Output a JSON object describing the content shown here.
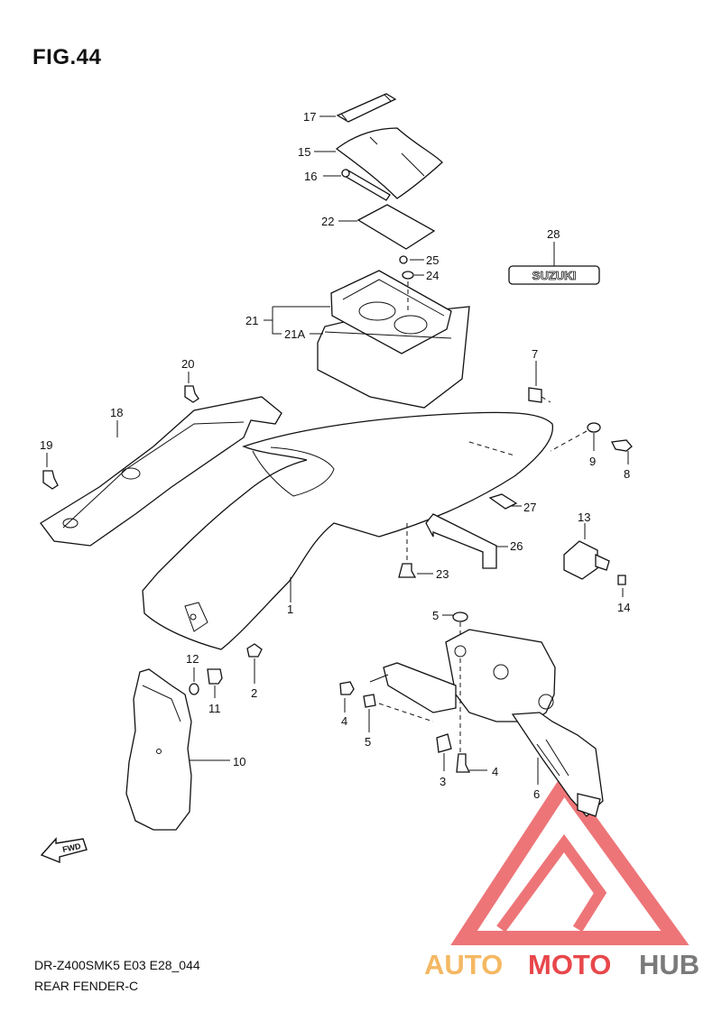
{
  "figure": {
    "title": "FIG.44",
    "model_code": "DR-Z400SMK5 E03 E28_044",
    "assembly_name": "REAR FENDER-C",
    "fwd_label": "FWD",
    "emblem_text": "SUZUKI"
  },
  "watermark": {
    "text_part1": "AUTO",
    "text_part2": "MOTO",
    "text_part3": "HUB",
    "color_orange": "#f5b862",
    "color_red": "#e8474b",
    "color_gray": "#7a7a7a"
  },
  "callouts": {
    "c17": "17",
    "c15": "15",
    "c16": "16",
    "c22": "22",
    "c25": "25",
    "c24": "24",
    "c21": "21",
    "c21a": "21A",
    "c28": "28",
    "c20": "20",
    "c18": "18",
    "c19": "19",
    "c7": "7",
    "c9": "9",
    "c8": "8",
    "c27": "27",
    "c26": "26",
    "c13": "13",
    "c23": "23",
    "c14": "14",
    "c1": "1",
    "c5a": "5",
    "c12": "12",
    "c11": "11",
    "c2": "2",
    "c4a": "4",
    "c5b": "5",
    "c10": "10",
    "c3": "3",
    "c4b": "4",
    "c6": "6"
  }
}
